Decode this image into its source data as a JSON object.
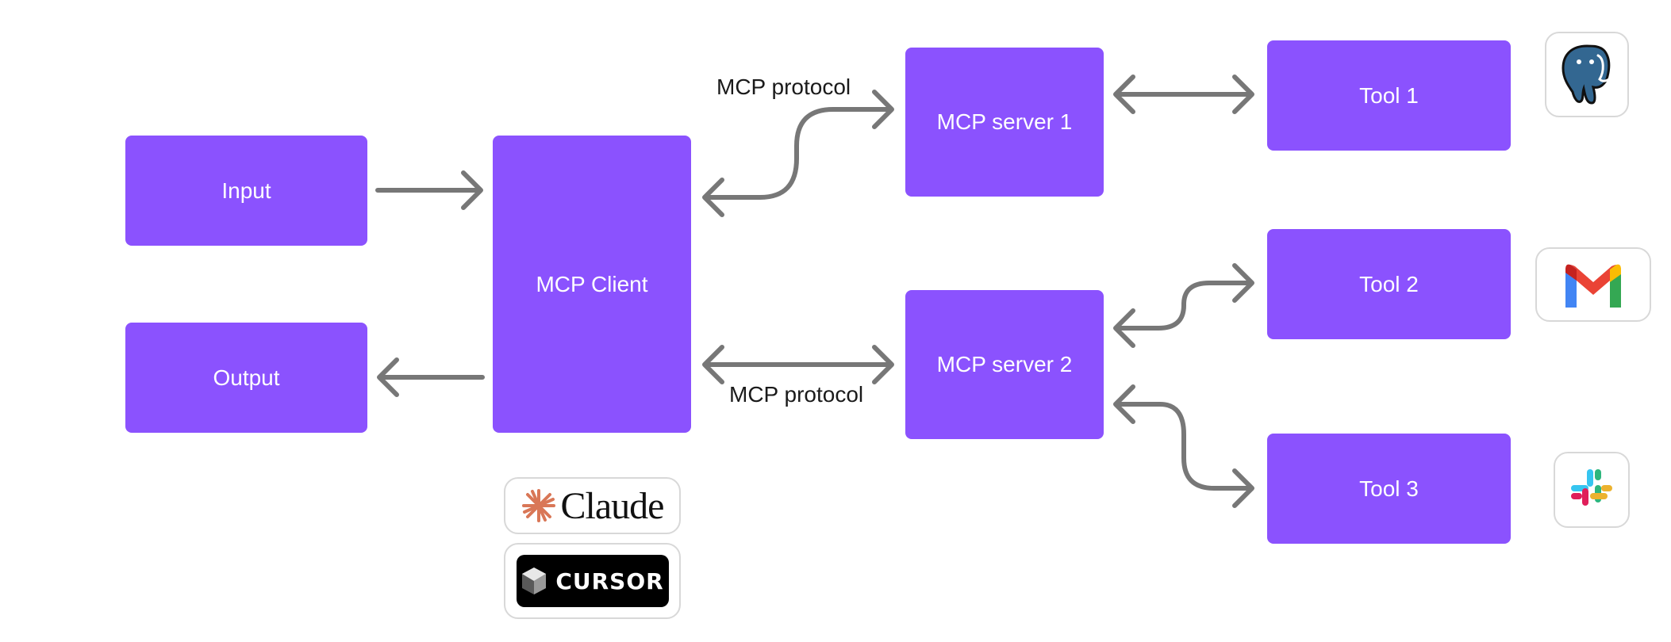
{
  "nodes": {
    "input": "Input",
    "output": "Output",
    "client": "MCP Client",
    "server1": "MCP server 1",
    "server2": "MCP server 2",
    "tool1": "Tool 1",
    "tool2": "Tool 2",
    "tool3": "Tool 3"
  },
  "edge_labels": {
    "top": "MCP protocol",
    "bottom": "MCP protocol"
  },
  "clients": {
    "claude": "Claude",
    "cursor": "CURSOR"
  },
  "icons": [
    "postgresql-icon",
    "gmail-icon",
    "slack-icon",
    "claude-logo",
    "cursor-logo"
  ],
  "colors": {
    "node": "#8b52fe",
    "arrow": "#777777"
  }
}
